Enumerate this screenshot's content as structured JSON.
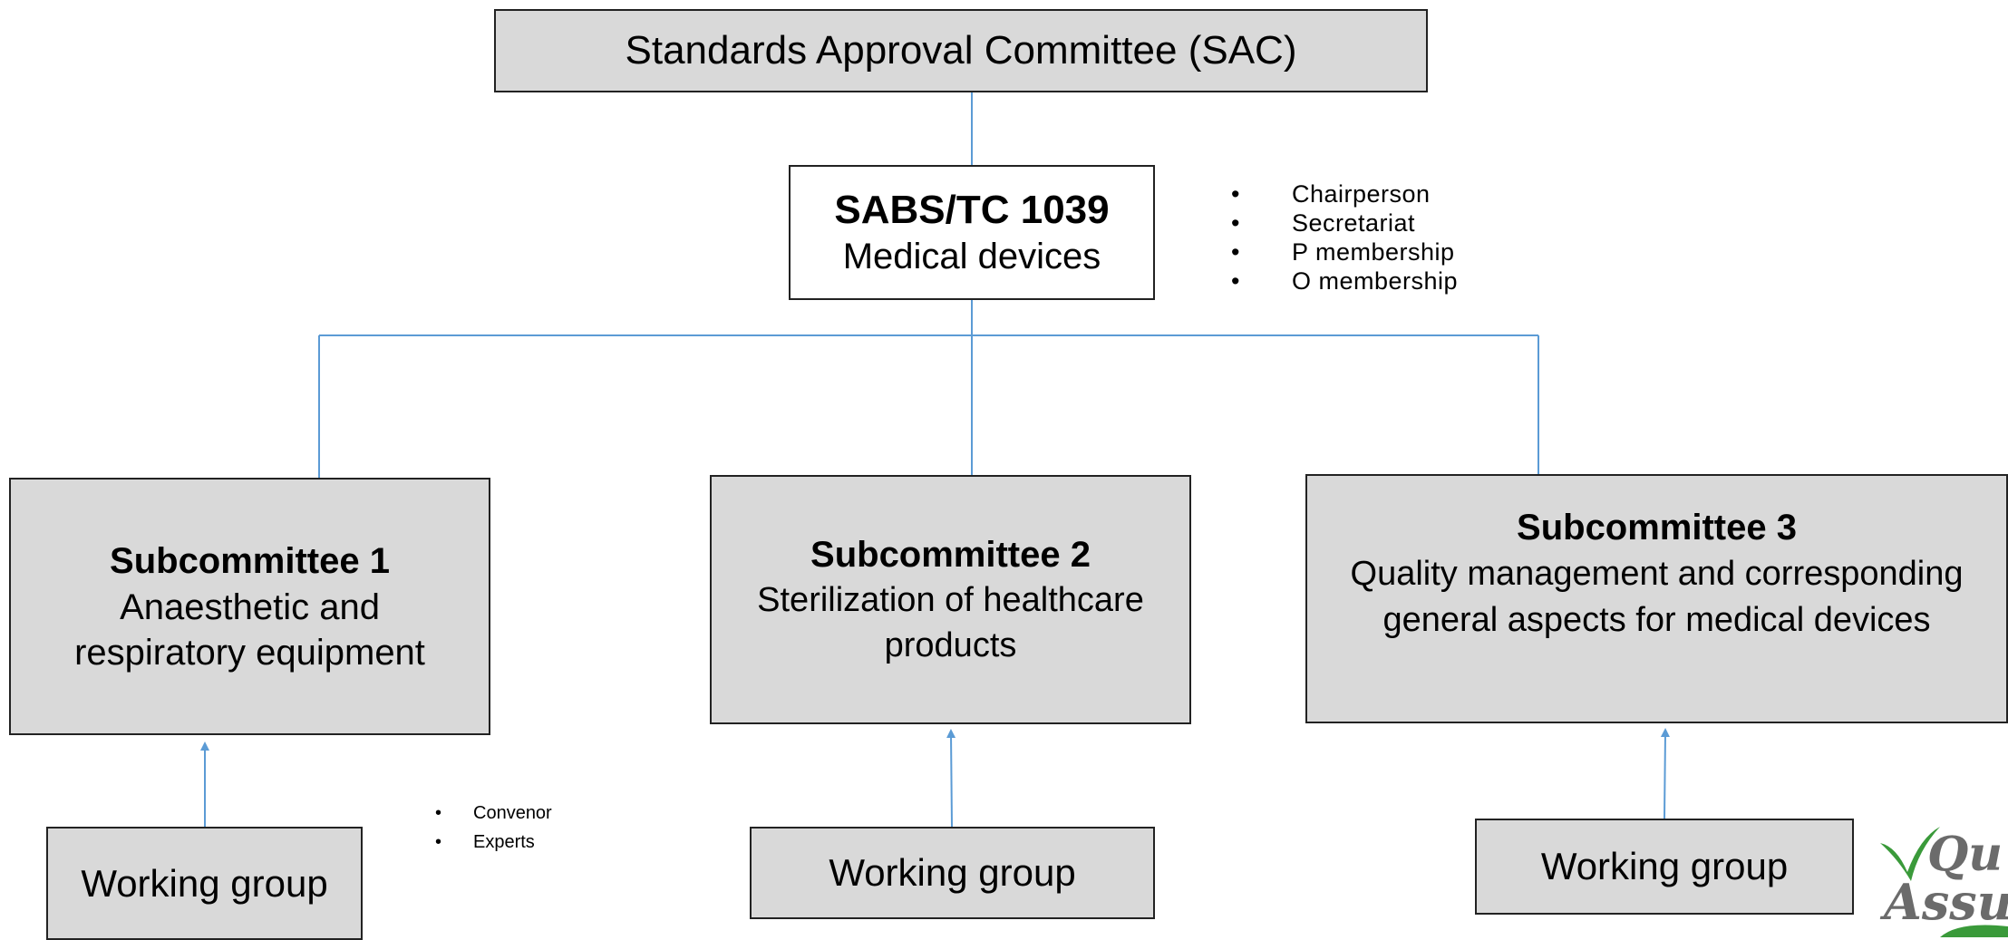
{
  "sac": {
    "label": "Standards Approval Committee (SAC)"
  },
  "technical_committee": {
    "title": "SABS/TC 1039",
    "subtitle": "Medical devices",
    "roles": [
      "Chairperson",
      "Secretariat",
      "P membership",
      "O membership"
    ]
  },
  "subcommittees": [
    {
      "title": "Subcommittee 1",
      "description_lines": [
        "Anaesthetic and",
        "respiratory equipment"
      ]
    },
    {
      "title": "Subcommittee 2",
      "description_lines": [
        "Sterilization of healthcare",
        "products"
      ]
    },
    {
      "title": "Subcommittee 3",
      "description_lines": [
        "Quality management and corresponding",
        "general aspects for medical devices"
      ]
    }
  ],
  "working_groups": [
    {
      "label": "Working group"
    },
    {
      "label": "Working group"
    },
    {
      "label": "Working group"
    }
  ],
  "working_group_roles": [
    "Convenor",
    "Experts"
  ],
  "logo": {
    "text": "QuAssure",
    "colors": {
      "green": "#3a9a3a",
      "grey": "#6b6b6b"
    }
  },
  "colors": {
    "box_fill": "#d9d9d9",
    "connector": "#5b9bd5",
    "border": "#222222"
  }
}
